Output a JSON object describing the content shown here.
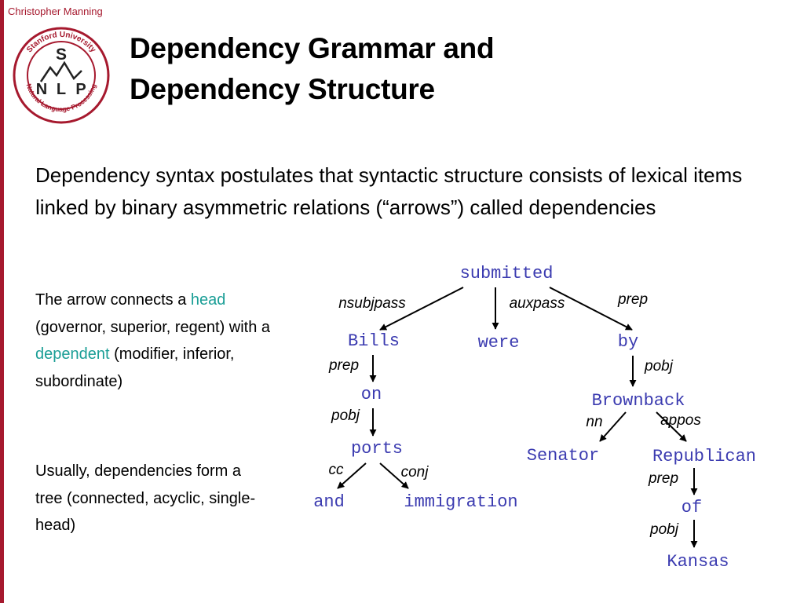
{
  "header": {
    "author": "Christopher Manning"
  },
  "logo": {
    "ring_text": "Stanford University · Natural Language Processing",
    "letters": [
      "S",
      "N",
      "L",
      "P"
    ]
  },
  "title": {
    "line1": "Dependency Grammar and",
    "line2": "Dependency Structure"
  },
  "intro": {
    "text": "Dependency syntax postulates that syntactic structure consists of lexical items linked by binary asymmetric relations (“arrows”) called dependencies"
  },
  "side1": {
    "part1": "The arrow connects a ",
    "head": "head",
    "part2": " (governor, superior, regent) with a ",
    "dependent": "dependent",
    "part3": " (modifier, inferior, subordinate)"
  },
  "side2": {
    "text": "Usually, dependencies form a tree (connected, acyclic, single-head)"
  },
  "tree": {
    "words": {
      "submitted": "submitted",
      "bills": "Bills",
      "were": "were",
      "by": "by",
      "on": "on",
      "ports": "ports",
      "and": "and",
      "immigration": "immigration",
      "brownback": "Brownback",
      "senator": "Senator",
      "republican": "Republican",
      "of": "of",
      "kansas": "Kansas"
    },
    "relations": {
      "nsubjpass": "nsubjpass",
      "auxpass": "auxpass",
      "prep_by": "prep",
      "prep_on": "prep",
      "pobj_ports": "pobj",
      "cc": "cc",
      "conj": "conj",
      "pobj_brownback": "pobj",
      "nn": "nn",
      "appos": "appos",
      "prep_of": "prep",
      "pobj_kansas": "pobj"
    }
  },
  "colors": {
    "accent_red": "#a6192e",
    "word_blue": "#3b3bb0",
    "teal": "#1a9e96"
  }
}
